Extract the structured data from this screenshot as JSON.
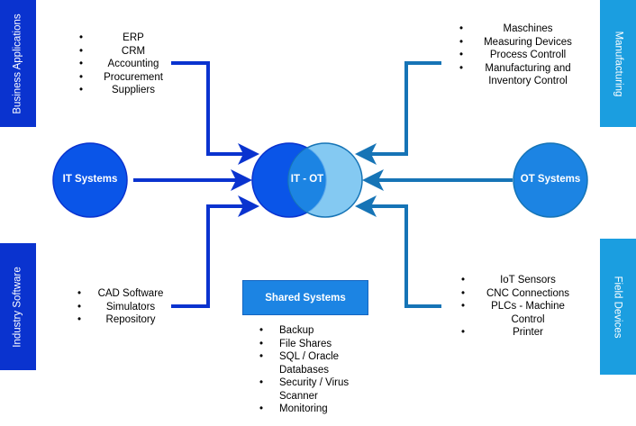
{
  "side_boxes": {
    "business_applications": "Business Applications",
    "industry_software": "Industry Software",
    "manufacturing": "Manufacturing",
    "field_devices": "Field Devices"
  },
  "circles": {
    "it_systems": "IT Systems",
    "ot_systems": "OT Systems",
    "it_ot": "IT - OT"
  },
  "shared_systems": {
    "title": "Shared Systems",
    "items": [
      "Backup",
      "File Shares",
      "SQL / Oracle Databases",
      "Security / Virus Scanner",
      "Monitoring"
    ]
  },
  "business_items": [
    "ERP",
    "CRM",
    "Accounting",
    "Procurement",
    "Suppliers"
  ],
  "industry_items": [
    "CAD Software",
    "Simulators",
    "Repository"
  ],
  "manufacturing_items": [
    "Maschines",
    "Measuring Devices",
    "Process Controll",
    "Manufacturing and Inventory Control"
  ],
  "field_items": [
    "IoT Sensors",
    "CNC Connections",
    "PLCs - Machine Control",
    "Printer"
  ],
  "colors": {
    "dark_blue": "#0a33cf",
    "it_fill": "#0a55e8",
    "ot_fill": "#1c84e3",
    "light_blue": "#6fc0f0",
    "teal_arrow": "#1674b6",
    "side_box": "#1b9ee0"
  }
}
